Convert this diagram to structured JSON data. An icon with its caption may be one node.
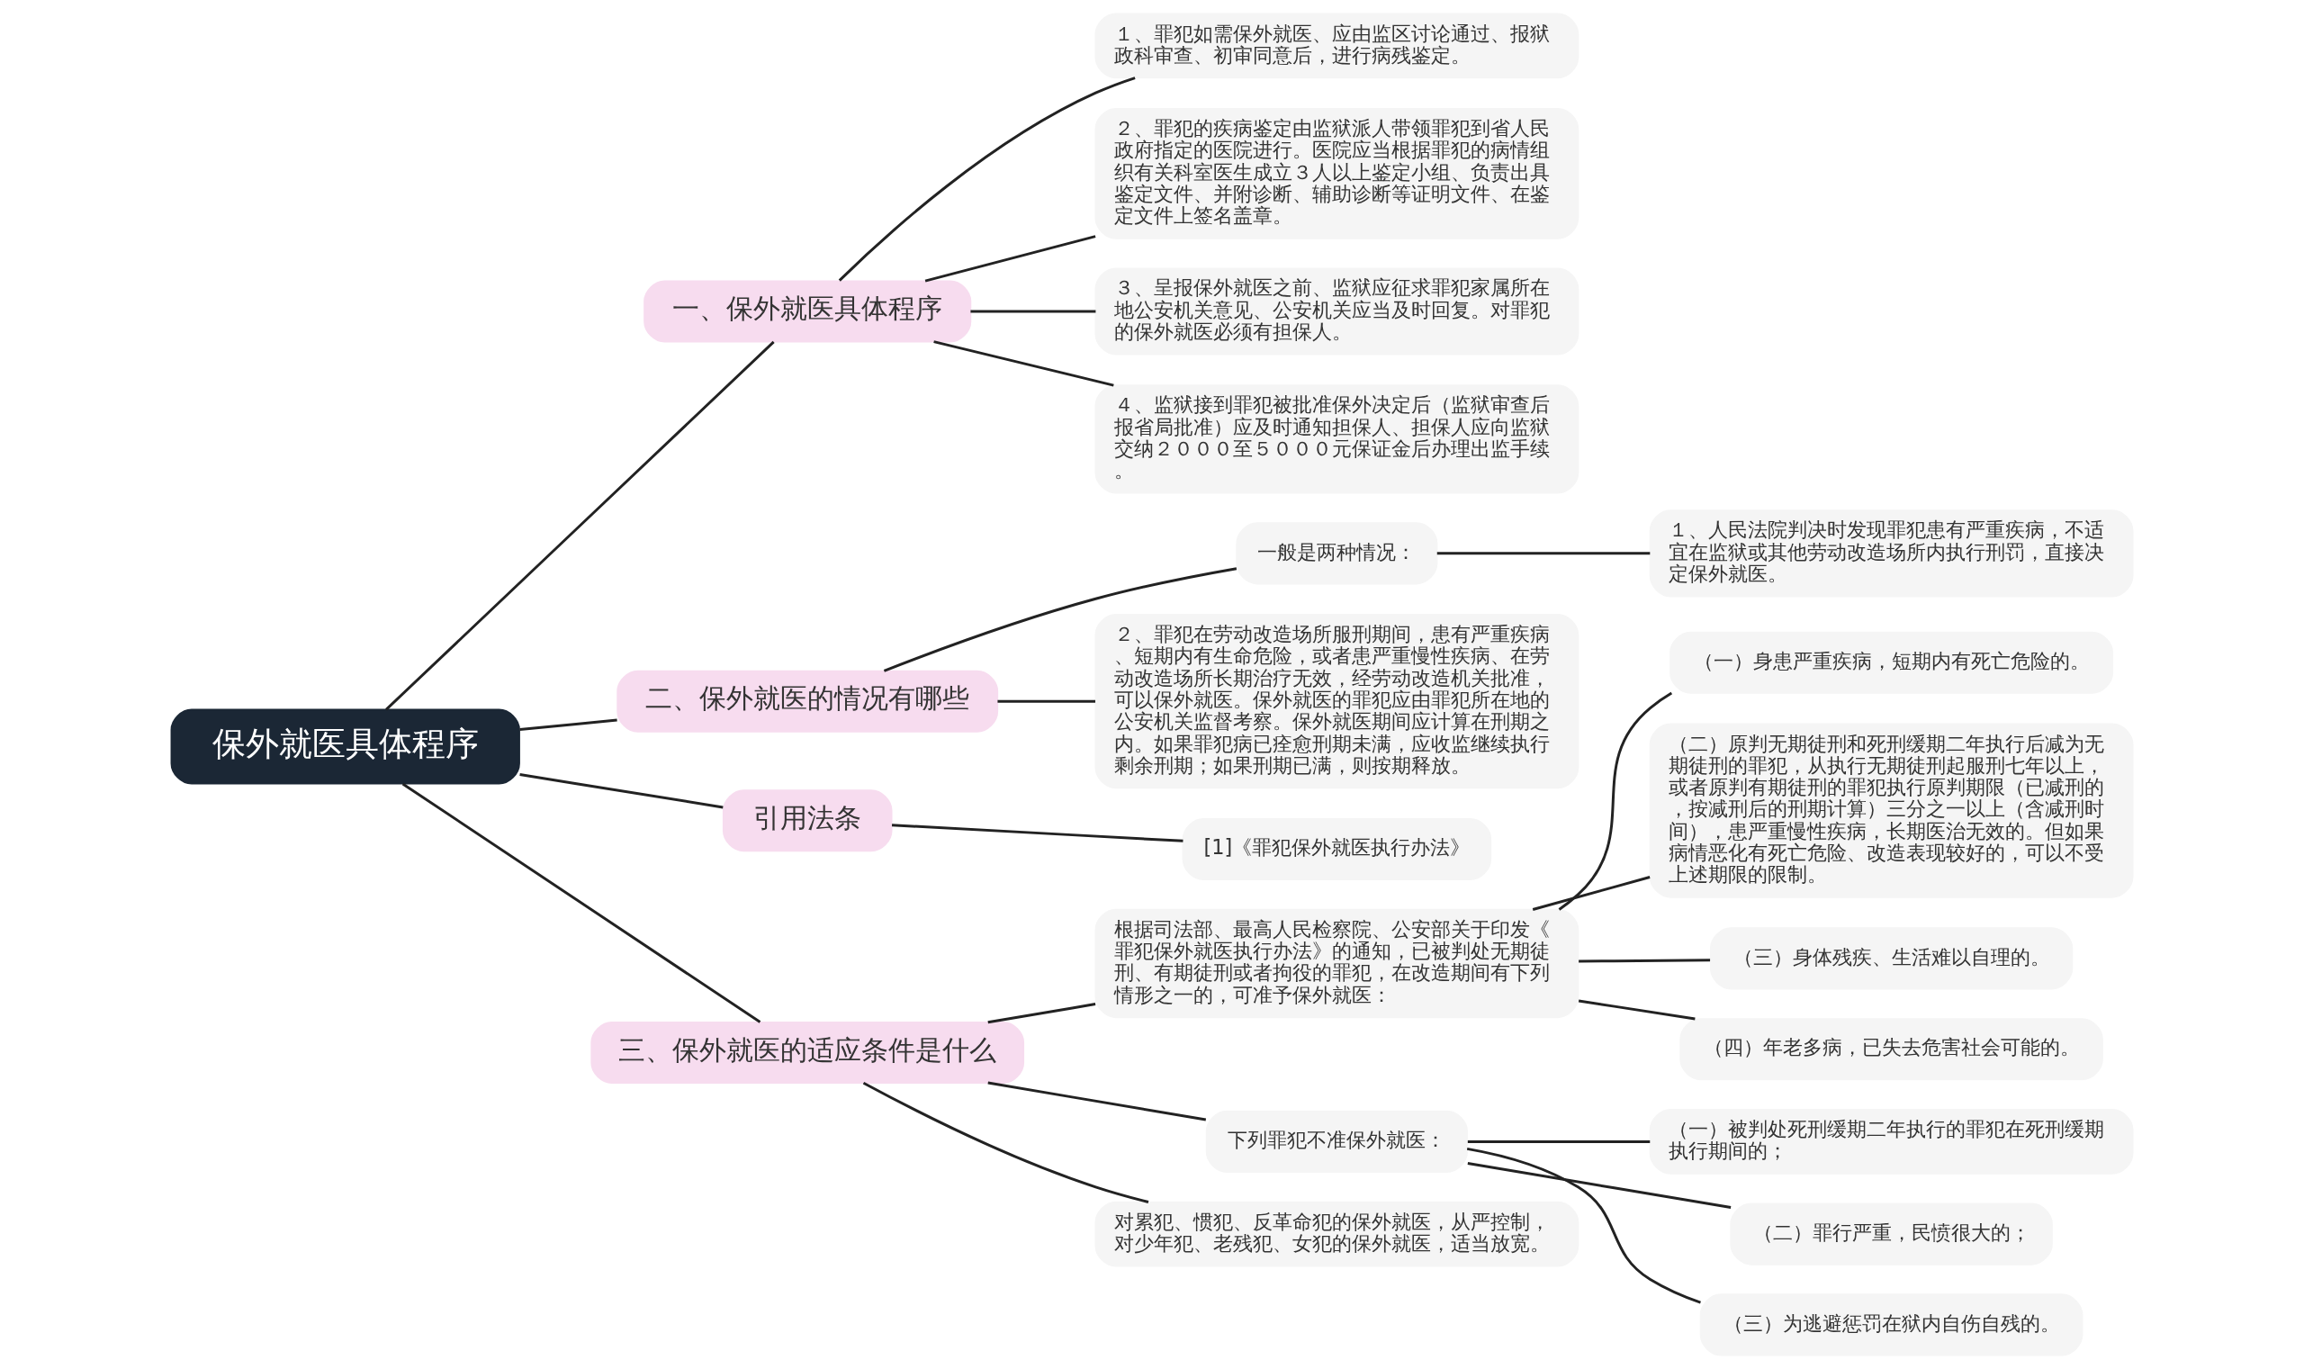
{
  "diagram": {
    "nodes": [
      {
        "text": [
          "保外就医具体程序"
        ]
      },
      {
        "text": [
          "一、保外就医具体程序"
        ]
      },
      {
        "text": [
          "１、罪犯如需保外就医、应由监区讨论通过、报狱政科审查、初审同意后，进行病残鉴定。"
        ]
      },
      {
        "text": [
          "２、罪犯的疾病鉴定由监狱派人带领罪犯到省人民政府指定的医院进行。医院应当根据罪犯的病情组织有关科室医生成立３人以上鉴定小组、负责出具鉴定文件、并附诊断、辅助诊断等证明文件、在鉴定文件上签名盖章。"
        ]
      },
      {
        "text": [
          "３、呈报保外就医之前、监狱应征求罪犯家属所在地公安机关意见、公安机关应当及时回复。对罪犯的保外就医必须有担保人。"
        ]
      },
      {
        "text": [
          "４、监狱接到罪犯被批准保外决定后（监狱审查后报省局批准）应及时通知担保人、担保人应向监狱交纳２０００至５０００元保证金后办理出监手续。"
        ]
      },
      {
        "text": [
          "二、保外就医的情况有哪些"
        ]
      },
      {
        "text": [
          "一般是两种情况："
        ]
      },
      {
        "text": [
          "１、人民法院判决时发现罪犯患有严重疾病，不适宜在监狱或其他劳动改造场所内执行刑罚，直接决定保外就医。"
        ]
      },
      {
        "text": [
          "２、罪犯在劳动改造场所服刑期间，患有严重疾病、短期内有生命危险，或者患严重慢性疾病、在劳动改造场所长期治疗无效，经劳动改造机关批准，可以保外就医。保外就医的罪犯应由罪犯所在地的公安机关监督考察。保外就医期间应计算在刑期之内。如果罪犯病已痊愈刑期未满，应收监继续执行剩余刑期；如果刑期已满，则按期释放。"
        ]
      },
      {
        "text": [
          "引用法条"
        ]
      },
      {
        "text": [
          "[1]《罪犯保外就医执行办法》"
        ]
      },
      {
        "text": [
          "三、保外就医的适应条件是什么"
        ]
      },
      {
        "text": [
          "根据司法部、最高人民检察院、公安部关于印发《罪犯保外就医执行办法》的通知，已被判处无期徒刑、有期徒刑或者拘役的罪犯，在改造期间有下列情形之一的，可准予保外就医："
        ]
      },
      {
        "text": [
          "（一）身患严重疾病，短期内有死亡危险的。"
        ]
      },
      {
        "text": [
          "（二）原判无期徒刑和死刑缓期二年执行后减为无期徒刑的罪犯，从执行无期徒刑起服刑七年以上，或者原判有期徒刑的罪犯执行原判期限（已减刑的，按减刑后的刑期计算）三分之一以上（含减刑时间），患严重慢性疾病，长期医治无效的。但如果病情恶化有死亡危险、改造表现较好的，可以不受上述期限的限制。"
        ]
      },
      {
        "text": [
          "（三）身体残疾、生活难以自理的。"
        ]
      },
      {
        "text": [
          "（四）年老多病，已失去危害社会可能的。"
        ]
      },
      {
        "text": [
          "下列罪犯不准保外就医："
        ]
      },
      {
        "text": [
          "（一）被判处死刑缓期二年执行的罪犯在死刑缓期执行期间的；"
        ]
      },
      {
        "text": [
          "（二）罪行严重，民愤很大的；"
        ]
      },
      {
        "text": [
          "（三）为逃避惩罚在狱内自伤自残的。"
        ]
      },
      {
        "text": [
          "对累犯、惯犯、反革命犯的保外就医，从严控制，对少年犯、老残犯、女犯的保外就医，适当放宽。"
        ]
      }
    ],
    "edges": [
      {
        "from": 0,
        "to": 1,
        "arrow": "none"
      },
      {
        "from": 1,
        "to": 2,
        "arrow": "none"
      },
      {
        "from": 1,
        "to": 3,
        "arrow": "none"
      },
      {
        "from": 1,
        "to": 4,
        "arrow": "none"
      },
      {
        "from": 1,
        "to": 5,
        "arrow": "none"
      },
      {
        "from": 0,
        "to": 6,
        "arrow": "none"
      },
      {
        "from": 6,
        "to": 7,
        "arrow": "none"
      },
      {
        "from": 7,
        "to": 8,
        "arrow": "none"
      },
      {
        "from": 6,
        "to": 9,
        "arrow": "none"
      },
      {
        "from": 0,
        "to": 10,
        "arrow": "none"
      },
      {
        "from": 10,
        "to": 11,
        "arrow": "none"
      },
      {
        "from": 0,
        "to": 12,
        "arrow": "none"
      },
      {
        "from": 12,
        "to": 13,
        "arrow": "none"
      },
      {
        "from": 13,
        "to": 14,
        "arrow": "none"
      },
      {
        "from": 13,
        "to": 15,
        "arrow": "none"
      },
      {
        "from": 13,
        "to": 16,
        "arrow": "none"
      },
      {
        "from": 13,
        "to": 17,
        "arrow": "none"
      },
      {
        "from": 12,
        "to": 18,
        "arrow": "none"
      },
      {
        "from": 18,
        "to": 19,
        "arrow": "none"
      },
      {
        "from": 18,
        "to": 20,
        "arrow": "none"
      },
      {
        "from": 18,
        "to": 21,
        "arrow": "none"
      },
      {
        "from": 12,
        "to": 22,
        "arrow": "none"
      }
    ]
  }
}
